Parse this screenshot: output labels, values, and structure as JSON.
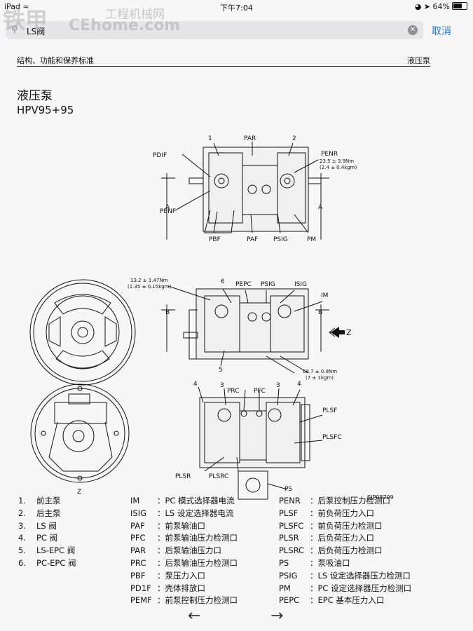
{
  "status": {
    "device": "iPad",
    "time": "下午7:04",
    "battery": "64%"
  },
  "watermark": {
    "brand": "铁甲",
    "sub": "工程机械网",
    "url": "CEhome.com"
  },
  "search": {
    "value": "LS阀"
  },
  "cancel_label": "取消",
  "doc": {
    "header_left": "结构、功能和保养标准",
    "header_right": "液压泵",
    "title": "液压泵",
    "subtitle": "HPV95+95"
  },
  "drawing": {
    "top": {
      "num1": "1",
      "num2": "2",
      "PAR": "PAR",
      "PDIF": "PDIF",
      "PENR": "PENR",
      "torque1": "23.5 ± 3.9Nm",
      "torque1b": "(2.4 ± 0.4kgm)",
      "A": "A",
      "PENF": "PENF",
      "PBF": "PBF",
      "PAF": "PAF",
      "PSIG": "PSIG",
      "PM": "PM"
    },
    "mid": {
      "torque2": "13.2 ± 1.47Nm",
      "torque2b": "(1.35 ± 0.15kgm)",
      "num6": "6",
      "PEPC": "PEPC",
      "PSIG": "PSIG",
      "ISIG": "ISIG",
      "IM": "IM",
      "B": "B",
      "Z": "Z",
      "num5": "5",
      "torque3": "68.7 ± 0.8Nm",
      "torque3b": "(7 ± 1kgm)"
    },
    "bot": {
      "num4": "4",
      "num3": "3",
      "PRC": "PRC",
      "PFC": "PFC",
      "PLSF": "PLSF",
      "PLSFC": "PLSFC",
      "PLSR": "PLSR",
      "PLSRC": "PLSRC",
      "PS": "PS",
      "code": "SJP08709"
    },
    "zlabel": "Z"
  },
  "legend": {
    "col1": [
      {
        "k": "1.",
        "v": "前主泵"
      },
      {
        "k": "2.",
        "v": "后主泵"
      },
      {
        "k": "3.",
        "v": "LS 阀"
      },
      {
        "k": "4.",
        "v": "PC 阀"
      },
      {
        "k": "5.",
        "v": "LS-EPC 阀"
      },
      {
        "k": "6.",
        "v": "PC-EPC 阀"
      }
    ],
    "col2": [
      {
        "k": "IM",
        "v": "PC 模式选择器电流"
      },
      {
        "k": "ISIG",
        "v": "LS 设定选择器电流"
      },
      {
        "k": "PAF",
        "v": "前泵输油口"
      },
      {
        "k": "PFC",
        "v": "前泵输油压力检测口"
      },
      {
        "k": "PAR",
        "v": "后泵输油压力口"
      },
      {
        "k": "PRC",
        "v": "后泵输油压力检测口"
      },
      {
        "k": "PBF",
        "v": "泵压力入口"
      },
      {
        "k": "PD1F",
        "v": "壳体排放口"
      },
      {
        "k": "PEMF",
        "v": "前泵控制压力检测口"
      }
    ],
    "col3": [
      {
        "k": "PENR",
        "v": "后泵控制压力检测口"
      },
      {
        "k": "PLSF",
        "v": "前负荷压力入口"
      },
      {
        "k": "PLSFC",
        "v": "前负荷压力检测口"
      },
      {
        "k": "PLSR",
        "v": "后负荷压力入口"
      },
      {
        "k": "PLSRC",
        "v": "后负荷压力检测口"
      },
      {
        "k": "PS",
        "v": "泵吸油口"
      },
      {
        "k": "PSIG",
        "v": "LS 设定选择器压力检测口"
      },
      {
        "k": "PM",
        "v": "PC 设定选择器压力检测口"
      },
      {
        "k": "PEPC",
        "v": "EPC 基本压力入口"
      }
    ]
  }
}
